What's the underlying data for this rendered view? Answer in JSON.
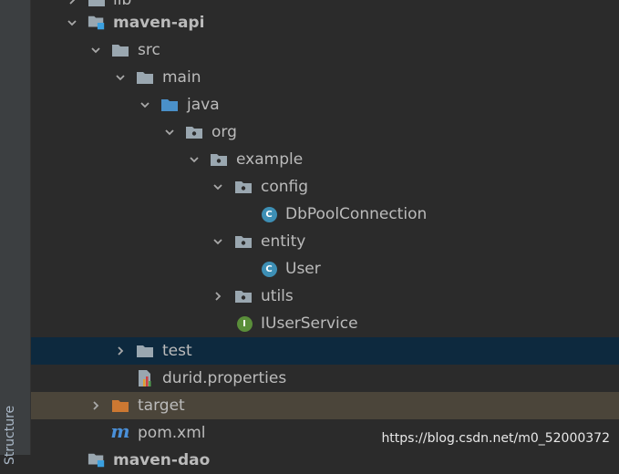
{
  "side_panel": {
    "label": "Structure"
  },
  "tree": [
    {
      "label": "lib",
      "icon": "folder-icon",
      "arrow": "right"
    },
    {
      "label": "maven-api",
      "icon": "module-folder-icon",
      "arrow": "down"
    },
    {
      "label": "src",
      "icon": "folder-icon",
      "arrow": "down"
    },
    {
      "label": "main",
      "icon": "folder-icon",
      "arrow": "down"
    },
    {
      "label": "java",
      "icon": "source-folder-icon",
      "arrow": "down"
    },
    {
      "label": "org",
      "icon": "package-icon",
      "arrow": "down"
    },
    {
      "label": "example",
      "icon": "package-icon",
      "arrow": "down"
    },
    {
      "label": "config",
      "icon": "package-icon",
      "arrow": "down"
    },
    {
      "label": "DbPoolConnection",
      "icon": "class-icon",
      "arrow": ""
    },
    {
      "label": "entity",
      "icon": "package-icon",
      "arrow": "down"
    },
    {
      "label": "User",
      "icon": "class-icon",
      "arrow": ""
    },
    {
      "label": "utils",
      "icon": "package-icon",
      "arrow": "right"
    },
    {
      "label": "IUserService",
      "icon": "interface-icon",
      "arrow": ""
    },
    {
      "label": "test",
      "icon": "folder-icon",
      "arrow": "right"
    },
    {
      "label": "durid.properties",
      "icon": "properties-file-icon",
      "arrow": ""
    },
    {
      "label": "target",
      "icon": "excluded-folder-icon",
      "arrow": "right"
    },
    {
      "label": "pom.xml",
      "icon": "maven-icon",
      "arrow": ""
    },
    {
      "label": "maven-dao",
      "icon": "module-folder-icon",
      "arrow": ""
    }
  ],
  "badges": {
    "class": "C",
    "interface": "I",
    "maven": "m"
  },
  "colors": {
    "background": "#2b2b2b",
    "selected_row": "#0d293e",
    "excluded_row": "#4b453a",
    "folder": "#9aa7b0",
    "source_folder": "#4a90c9",
    "excluded_folder": "#cc7832",
    "text": "#bbbbbb"
  },
  "watermark": "https://blog.csdn.net/m0_52000372"
}
